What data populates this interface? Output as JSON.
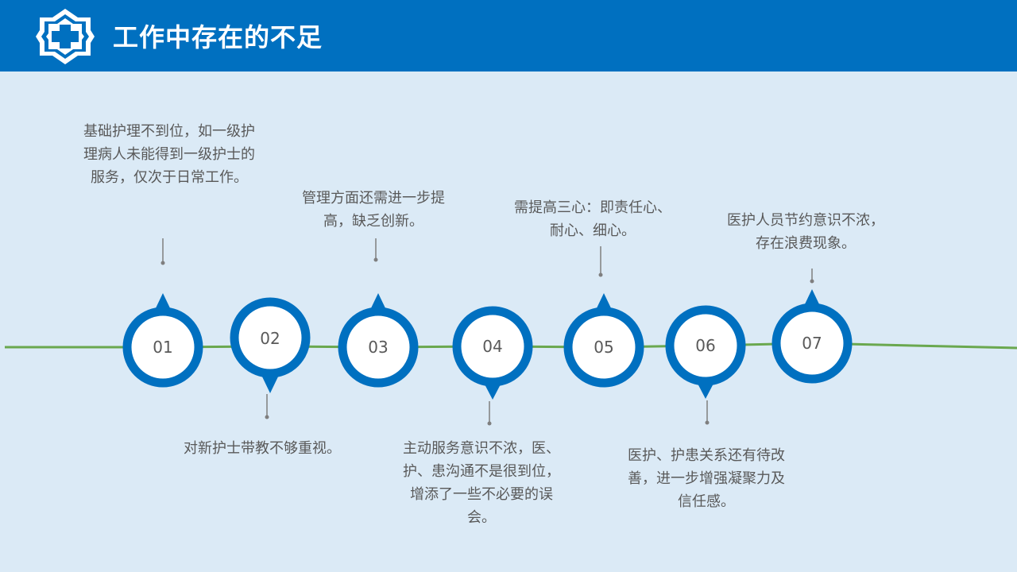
{
  "header": {
    "title": "工作中存在的不足",
    "logo_icon": "medical-cross-icon",
    "background": "#0070c0"
  },
  "colors": {
    "background": "#dbeaf6",
    "circle": "#0070c0",
    "line": "#6aa84f",
    "text": "#595959"
  },
  "steps": [
    {
      "number": "01",
      "text": "基础护理不到位，如一级护理病人未能得到一级护士的服务，仅次于日常工作。"
    },
    {
      "number": "02",
      "text": "对新护士带教不够重视。"
    },
    {
      "number": "03",
      "text": "管理方面还需进一步提高，缺乏创新。"
    },
    {
      "number": "04",
      "text": "主动服务意识不浓，医、护、患沟通不是很到位，增添了一些不必要的误会。"
    },
    {
      "number": "05",
      "text": "需提高三心：即责任心、耐心、细心。"
    },
    {
      "number": "06",
      "text": "医护、护患关系还有待改善，进一步增强凝聚力及信任感。"
    },
    {
      "number": "07",
      "text": "医护人员节约意识不浓，存在浪费现象。"
    }
  ]
}
